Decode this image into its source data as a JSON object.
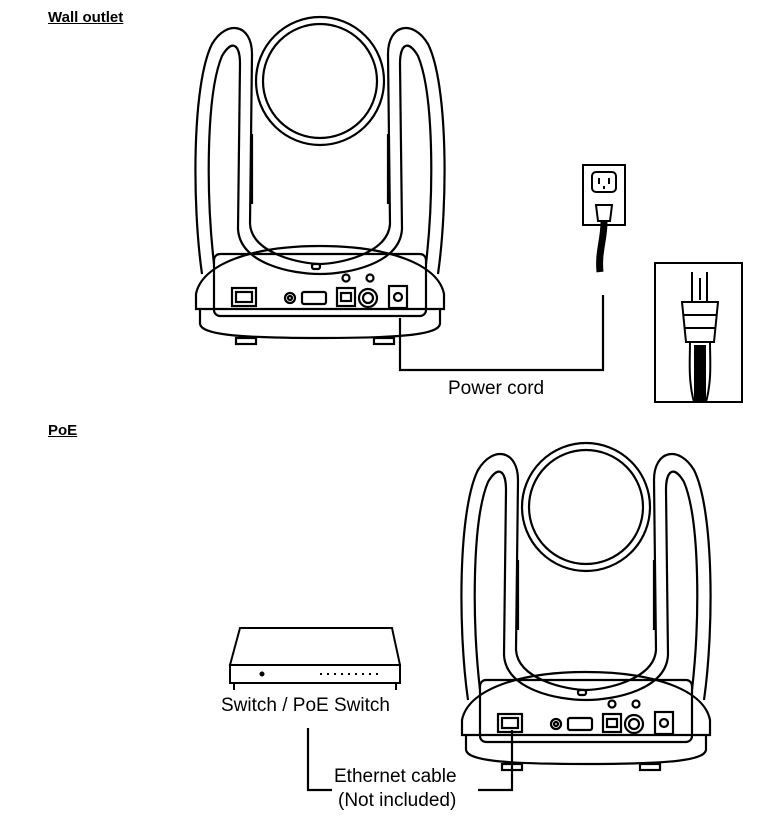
{
  "sections": {
    "wall_outlet": {
      "heading": "Wall outlet",
      "power_cord_label": "Power cord"
    },
    "poe": {
      "heading": "PoE",
      "switch_label": "Switch / PoE Switch",
      "cable_label_line1": "Ethernet cable",
      "cable_label_line2": "(Not included)"
    }
  },
  "colors": {
    "line": "#000000",
    "background": "#ffffff"
  }
}
